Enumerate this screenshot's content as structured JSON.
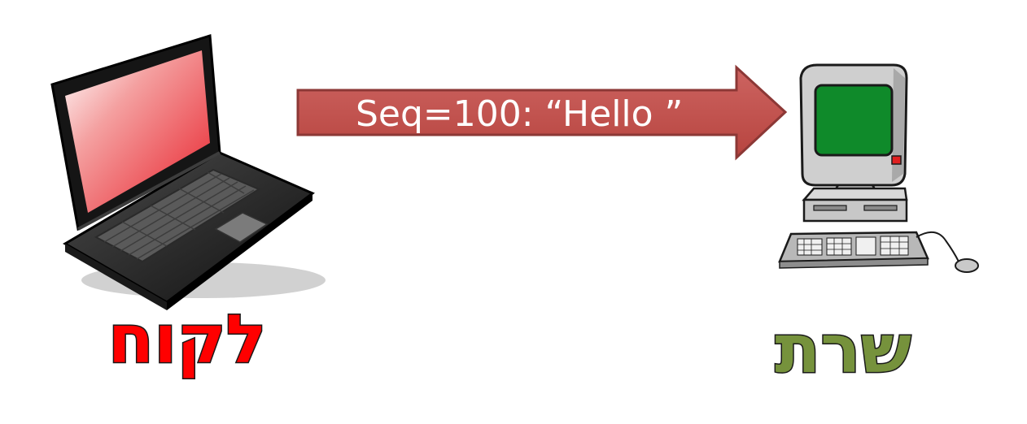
{
  "arrow": {
    "label": "Seq=100: “Hello ”",
    "fill_color": "#c0504d",
    "border_color": "#8c3836"
  },
  "client": {
    "label": "לקוח",
    "label_color": "#ff0000",
    "icon": "laptop-icon",
    "screen_color": "#e8202a"
  },
  "server": {
    "label": "שרת",
    "label_color": "#76923c",
    "icon": "desktop-computer-icon",
    "screen_color": "#0f8a2a"
  }
}
